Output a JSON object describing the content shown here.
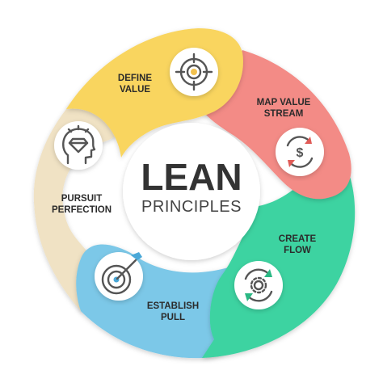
{
  "title": {
    "main": "LEAN",
    "sub": "PRINCIPLES"
  },
  "segments": [
    {
      "lines": [
        "DEFINE",
        "VALUE"
      ],
      "icon": "target-crosshair-icon",
      "color": "#f9d55f"
    },
    {
      "lines": [
        "MAP VALUE",
        "STREAM"
      ],
      "icon": "dollar-cycle-icon",
      "color": "#f38b86"
    },
    {
      "lines": [
        "CREATE",
        "FLOW"
      ],
      "icon": "gear-cycle-icon",
      "color": "#3ed3a1"
    },
    {
      "lines": [
        "ESTABLISH",
        "PULL"
      ],
      "icon": "dart-target-icon",
      "color": "#7cc8e8"
    },
    {
      "lines": [
        "PURSUIT",
        "PERFECTION"
      ],
      "icon": "head-diamond-icon",
      "color": "#f0e2c4"
    }
  ]
}
